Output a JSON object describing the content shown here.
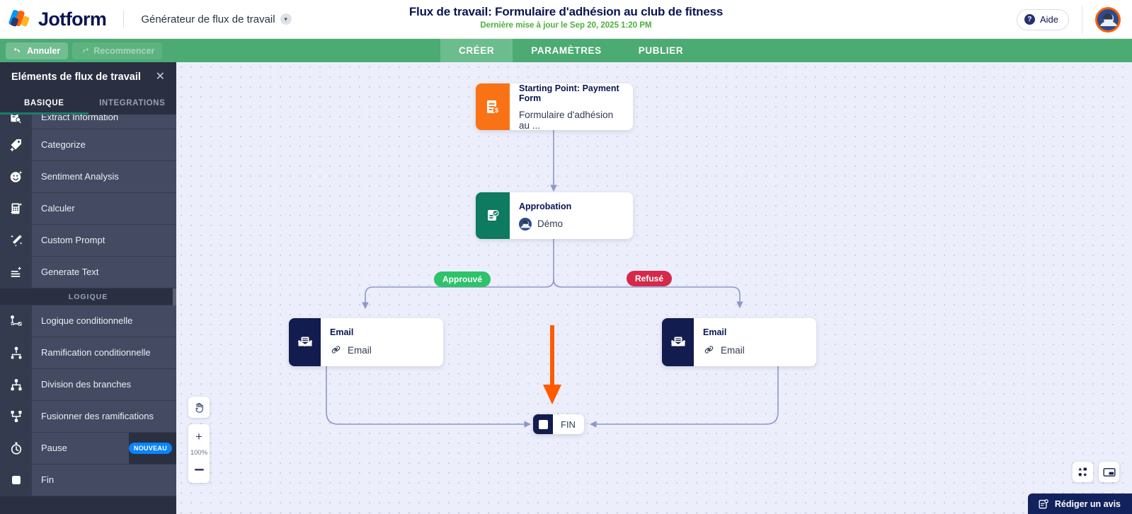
{
  "topbar": {
    "brand_name": "Jotform",
    "product": "Générateur de flux de travail",
    "workflow_title": "Flux de travail: Formulaire d'adhésion au club de fitness",
    "last_update": "Dernière mise à jour le Sep 20, 2025 1:20 PM",
    "help_label": "Aide",
    "help_icon": "question-circle-icon",
    "chevron_icon": "chevron-down-icon",
    "avatar_icon": "user-avatar"
  },
  "navbar": {
    "undo_label": "Annuler",
    "redo_label": "Recommencer",
    "undo_icon": "undo-arrow-icon",
    "redo_icon": "redo-arrow-icon",
    "tabs": [
      {
        "label": "CRÉER",
        "active": true
      },
      {
        "label": "PARAMÈTRES",
        "active": false
      },
      {
        "label": "PUBLIER",
        "active": false
      }
    ]
  },
  "sidebar": {
    "title": "Eléments de flux de travail",
    "close_icon": "close-icon",
    "tabs": [
      {
        "label": "BASIQUE",
        "active": true
      },
      {
        "label": "INTEGRATIONS",
        "active": false
      }
    ],
    "items": [
      {
        "label": "Extract Information",
        "icon": "extract-information-icon",
        "badge": ""
      },
      {
        "label": "Categorize",
        "icon": "categorize-tag-icon",
        "badge": ""
      },
      {
        "label": "Sentiment Analysis",
        "icon": "sentiment-smiley-icon",
        "badge": ""
      },
      {
        "label": "Calculer",
        "icon": "calculator-icon",
        "badge": ""
      },
      {
        "label": "Custom Prompt",
        "icon": "magic-wand-icon",
        "badge": ""
      },
      {
        "label": "Generate Text",
        "icon": "generate-text-icon",
        "badge": ""
      }
    ],
    "section_label": "LOGIQUE",
    "logic_items": [
      {
        "label": "Logique conditionnelle",
        "icon": "conditional-logic-icon",
        "badge": ""
      },
      {
        "label": "Ramification conditionnelle",
        "icon": "conditional-branch-icon",
        "badge": ""
      },
      {
        "label": "Division des branches",
        "icon": "split-branches-icon",
        "badge": ""
      },
      {
        "label": "Fusionner des ramifications",
        "icon": "merge-branches-icon",
        "badge": ""
      },
      {
        "label": "Pause",
        "icon": "timer-pause-icon",
        "badge": "NOUVEAU"
      },
      {
        "label": "Fin",
        "icon": "end-square-icon",
        "badge": ""
      }
    ]
  },
  "canvas": {
    "nodes": {
      "start": {
        "title": "Starting Point: Payment Form",
        "subtitle": "Formulaire d'adhésion au ...",
        "icon": "payment-form-icon",
        "icon_color": "#f97316"
      },
      "approval": {
        "title": "Approbation",
        "subtitle": "Démo",
        "icon": "approval-document-icon",
        "icon_color": "#0e7a5f",
        "avatar_icon": "user-avatar"
      },
      "email_left": {
        "title": "Email",
        "subtitle": "Email",
        "icon": "envelope-icon",
        "sub_icon": "link-chain-icon",
        "icon_color": "#131c4e"
      },
      "email_right": {
        "title": "Email",
        "subtitle": "Email",
        "icon": "envelope-icon",
        "sub_icon": "link-chain-icon",
        "icon_color": "#131c4e"
      },
      "end": {
        "label": "FIN",
        "icon": "end-square-icon"
      }
    },
    "branch_labels": [
      {
        "label": "Approuvé",
        "color": "#2ec26b"
      },
      {
        "label": "Refusé",
        "color": "#d5294b"
      }
    ],
    "highlight_arrow_color": "#ff5a00",
    "zoom": {
      "pan_icon": "hand-pan-icon",
      "zoom_in_label": "+",
      "level": "100%",
      "zoom_out_label": "—"
    },
    "bottom_right": {
      "shapes_icon": "shapes-icon",
      "minimap_icon": "minimap-icon",
      "review_label": "Rédiger un avis",
      "review_icon": "review-note-icon"
    }
  }
}
